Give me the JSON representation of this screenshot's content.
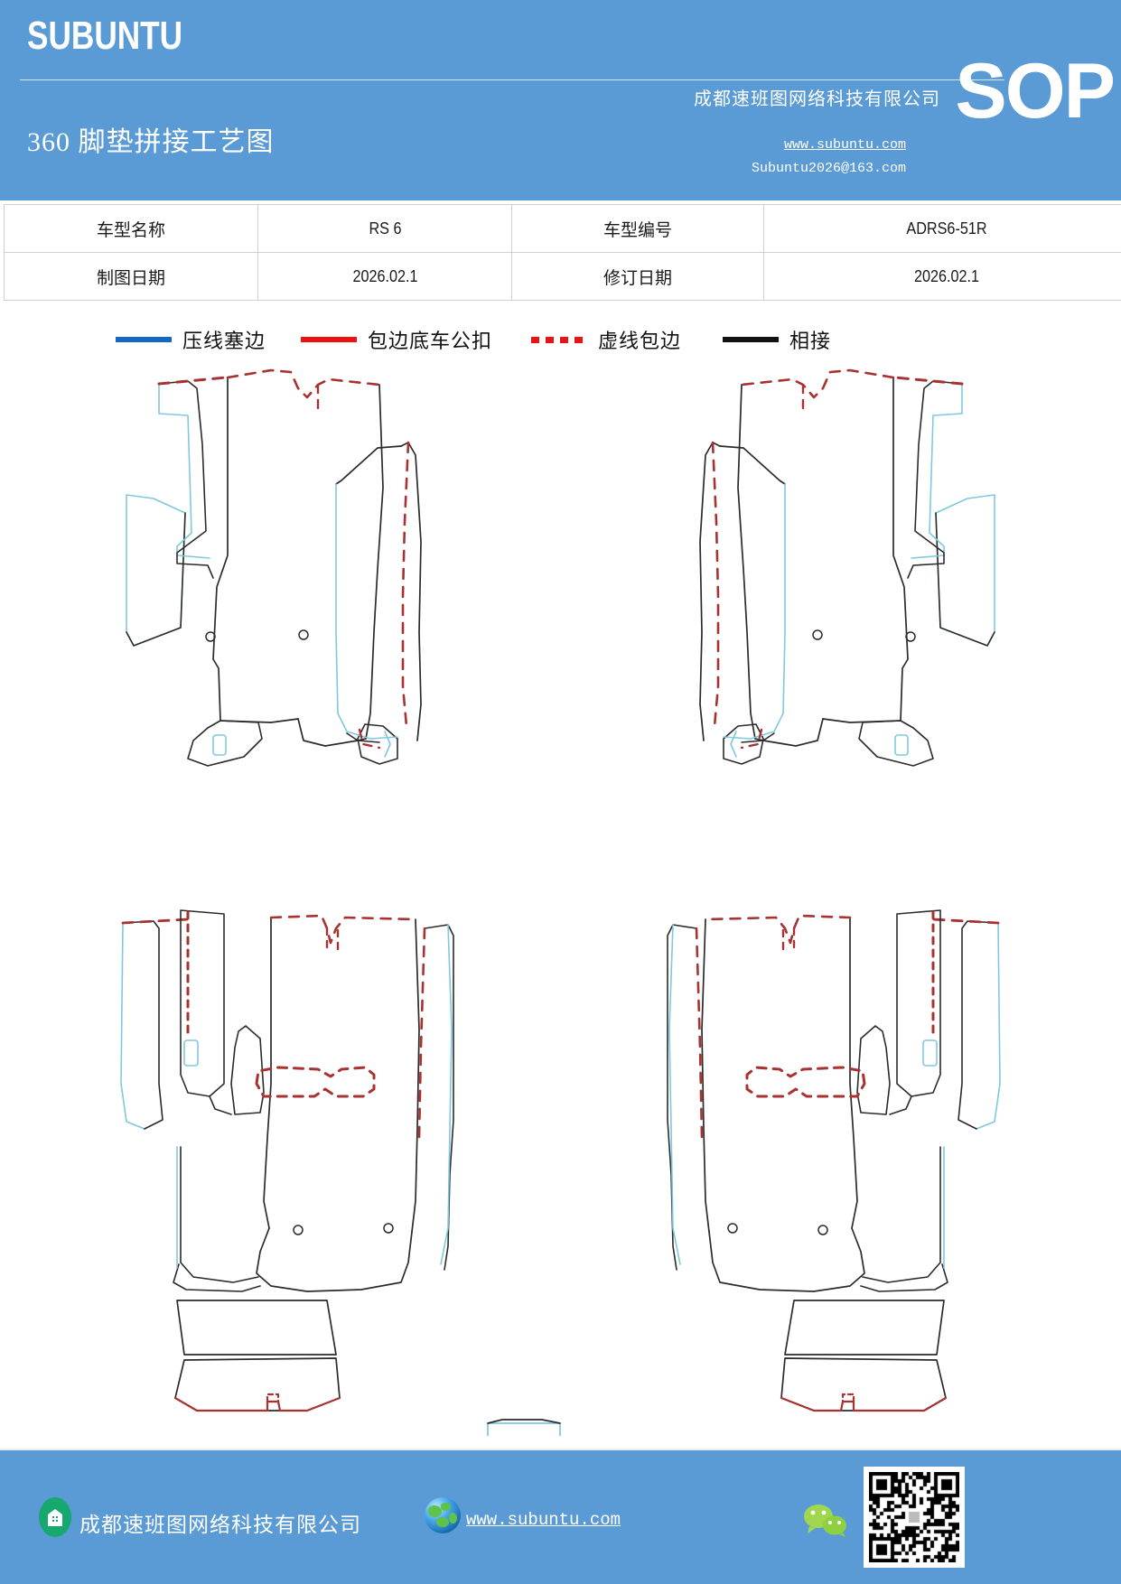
{
  "header": {
    "brand": "SUBUNTU",
    "doc_title": "360 脚垫拼接工艺图",
    "company": "成都速班图网络科技有限公司",
    "website": "www.subuntu.com",
    "email": "Subuntu2026@163.com",
    "sop_badge": "SOP",
    "bg_color": "#5b9bd5"
  },
  "info_table": {
    "rows": [
      {
        "label1": "车型名称",
        "value1": "RS 6",
        "label2": "车型编号",
        "value2": "ADRS6-51R"
      },
      {
        "label1": "制图日期",
        "value1": "2026.02.1",
        "label2": "修订日期",
        "value2": "2026.02.1"
      }
    ]
  },
  "legend": {
    "items": [
      {
        "label": "压线塞边",
        "style": "solid",
        "color": "#1268c3"
      },
      {
        "label": "包边底车公扣",
        "style": "solid",
        "color": "#ee1111"
      },
      {
        "label": "虚线包边",
        "style": "dotted",
        "color": "#ee1111"
      },
      {
        "label": "相接",
        "style": "solid",
        "color": "#111111"
      }
    ]
  },
  "drawing": {
    "description": "360 脚垫拼接工艺图 — 车型 RS 6 的前排与后排脚垫裁片拼接轮廓图",
    "groups": [
      {
        "name": "front-left-mat-set",
        "position": "top-left"
      },
      {
        "name": "front-right-mat-set",
        "position": "top-right"
      },
      {
        "name": "rear-left-mat-set",
        "position": "bottom-left"
      },
      {
        "name": "rear-center-tunnel",
        "position": "bottom-center"
      },
      {
        "name": "rear-right-mat-set",
        "position": "bottom-right"
      }
    ],
    "line_colors": {
      "seam": "#2b2b2b",
      "edge_bind": "#7fc8e0",
      "dashed_bind": "#a83232",
      "stitch_red": "#d43a3a"
    }
  },
  "footer": {
    "company": "成都速班图网络科技有限公司",
    "website": "www.subuntu.com",
    "bg_color": "#5b9bd5",
    "icons": {
      "building": "building-icon",
      "globe": "globe-icon",
      "wechat": "wechat-icon",
      "qr": "qr-code"
    }
  }
}
